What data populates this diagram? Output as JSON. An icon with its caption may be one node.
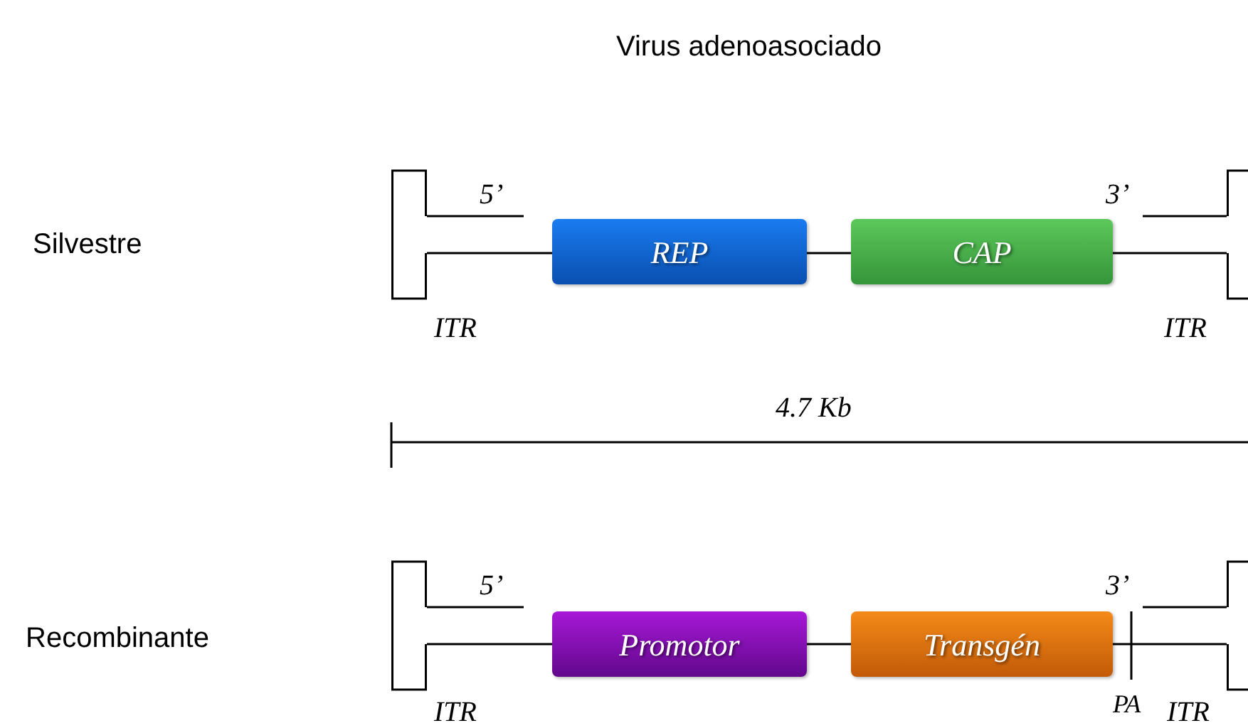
{
  "diagram": {
    "title": "Virus adenoasociado",
    "nodes": [
      {
        "text": [],
        "shape": "bracket",
        "beside": [
          "ITR"
        ]
      },
      {
        "text": [
          "REP"
        ]
      },
      {
        "text": [
          "CAP"
        ]
      },
      {
        "text": [],
        "shape": "bracket",
        "beside": [
          "ITR"
        ]
      },
      {
        "text": [],
        "shape": "bracket",
        "beside": [
          "ITR"
        ]
      },
      {
        "text": [
          "Promotor"
        ]
      },
      {
        "text": [
          "Transgén"
        ]
      },
      {
        "text": [],
        "shape": "bracket",
        "beside": [
          "ITR"
        ]
      }
    ],
    "edges": [
      {
        "from": 0,
        "to": 1,
        "arrow": "none"
      },
      {
        "from": 1,
        "to": 2,
        "arrow": "none"
      },
      {
        "from": 2,
        "to": 3,
        "arrow": "none"
      },
      {
        "from": 4,
        "to": 5,
        "arrow": "none"
      },
      {
        "from": 5,
        "to": 6,
        "arrow": "none"
      },
      {
        "from": 6,
        "to": 7,
        "arrow": "none"
      }
    ],
    "labels": [
      "Silvestre",
      "5’",
      "3’",
      "4.7 Kb",
      "Recombinante",
      "5’",
      "3’",
      "PA"
    ]
  }
}
